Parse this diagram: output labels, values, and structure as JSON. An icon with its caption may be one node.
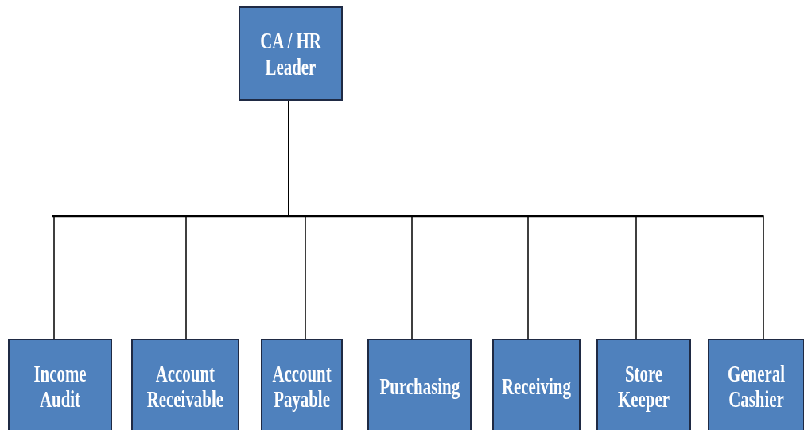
{
  "diagram": {
    "nodes": [
      {
        "text": [
          "CA / HR Leader"
        ]
      },
      {
        "text": [
          "Income Audit"
        ]
      },
      {
        "text": [
          "Account Receivable"
        ]
      },
      {
        "text": [
          "Account Payable"
        ]
      },
      {
        "text": [
          "Purchasing"
        ]
      },
      {
        "text": [
          "Receiving"
        ]
      },
      {
        "text": [
          "Store Keeper"
        ]
      },
      {
        "text": [
          "General Cashier"
        ]
      }
    ],
    "edges": [
      {
        "from": 0,
        "to": 1,
        "arrow": "none"
      },
      {
        "from": 0,
        "to": 2,
        "arrow": "none"
      },
      {
        "from": 0,
        "to": 3,
        "arrow": "none"
      },
      {
        "from": 0,
        "to": 4,
        "arrow": "none"
      },
      {
        "from": 0,
        "to": 5,
        "arrow": "none"
      },
      {
        "from": 0,
        "to": 6,
        "arrow": "none"
      },
      {
        "from": 0,
        "to": 7,
        "arrow": "none"
      }
    ]
  }
}
